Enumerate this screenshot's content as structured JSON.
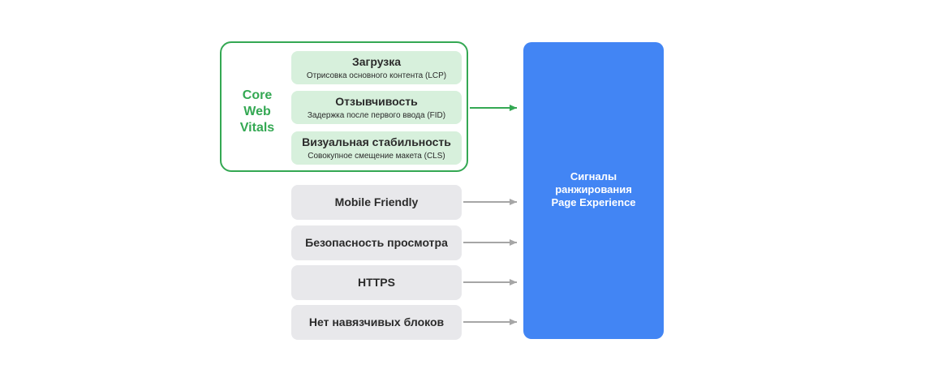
{
  "core_web_vitals": {
    "label_lines": [
      "Core",
      "Web",
      "Vitals"
    ],
    "border_color": "#34a853",
    "metrics": [
      {
        "title": "Загрузка",
        "subtitle": "Отрисовка основного контента (LCP)"
      },
      {
        "title": "Отзывчивость",
        "subtitle": "Задержка после первого ввода (FID)"
      },
      {
        "title": "Визуальная стабильность",
        "subtitle": "Совокупное смещение макета (CLS)"
      }
    ]
  },
  "other_signals": [
    {
      "label": "Mobile Friendly"
    },
    {
      "label": "Безопасность просмотра"
    },
    {
      "label": "HTTPS"
    },
    {
      "label": "Нет навязчивых блоков"
    }
  ],
  "target": {
    "label_lines": [
      "Сигналы",
      "ранжирования",
      "Page Experience"
    ],
    "color": "#4285f4"
  },
  "colors": {
    "green_arrow": "#34a853",
    "gray_arrow": "#a6a6a6",
    "metric_fill": "#d7f0dc",
    "signal_fill": "#e8e8eb"
  }
}
